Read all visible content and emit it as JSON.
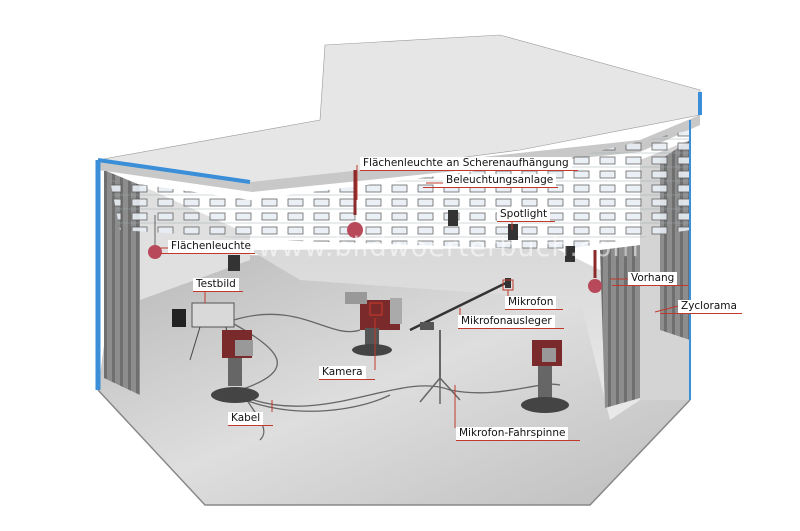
{
  "watermark": "www.bildwoerterbuch.com",
  "accent_color": "#c0392b",
  "frame_color": "#3a8fd8",
  "labels": {
    "flaechenleuchte_schere": "Flächenleuchte an Scherenaufhängung",
    "beleuchtungsanlage": "Beleuchtungsanlage",
    "spotlight": "Spotlight",
    "flaechenleuchte": "Flächenleuchte",
    "testbild": "Testbild",
    "vorhang": "Vorhang",
    "mikrofon": "Mikrofon",
    "zyclorama": "Zyclorama",
    "mikrofonausleger": "Mikrofonausleger",
    "kamera": "Kamera",
    "kabel": "Kabel",
    "mikrofon_fahrspinne": "Mikrofon-Fahrspinne"
  }
}
